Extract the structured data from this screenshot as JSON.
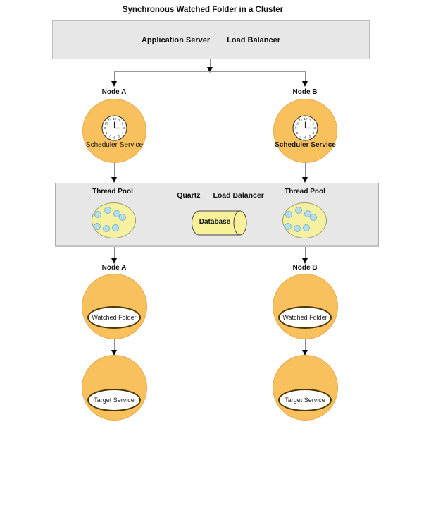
{
  "title": "Synchronous Watched Folder in a Cluster",
  "app_server_band": {
    "labels": [
      "Application Server",
      "Load Balancer"
    ]
  },
  "scheduler_nodes": {
    "left": {
      "name": "Node A",
      "service": "Scheduler Service"
    },
    "right": {
      "name": "Node B",
      "service": "Scheduler Service"
    }
  },
  "clock": {
    "numbers": [
      "12",
      "1",
      "2",
      "3",
      "4",
      "5",
      "6",
      "7",
      "8",
      "9",
      "10",
      "11"
    ]
  },
  "middle_band": {
    "left_pool_label": "Thread Pool",
    "right_pool_label": "Thread Pool",
    "quartz_label": "Quartz",
    "load_balancer_label": "Load Balancer",
    "database_label": "Database",
    "pool_dots": [
      [
        8,
        16
      ],
      [
        22,
        10
      ],
      [
        35,
        15
      ],
      [
        43,
        20
      ],
      [
        7,
        33
      ],
      [
        20,
        36
      ],
      [
        33,
        35
      ]
    ]
  },
  "watched_nodes": {
    "left": {
      "name": "Node A",
      "folder": "Watched Folder",
      "target": "Target Service"
    },
    "right": {
      "name": "Node B",
      "folder": "Watched Folder",
      "target": "Target Service"
    }
  },
  "colors": {
    "node_fill": "#F9C05E",
    "pool_fill": "#F5F1A0",
    "dot_fill": "#B5DDEB",
    "band_fill": "#E7E7E7",
    "database_fill": "#F8F19A"
  }
}
